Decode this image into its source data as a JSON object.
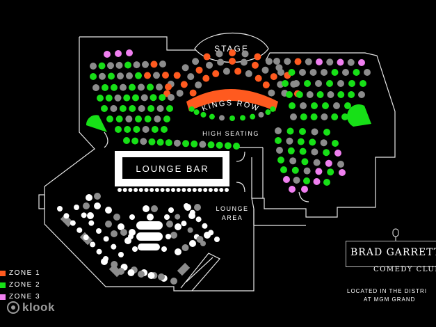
{
  "labels": {
    "stage": "STAGE",
    "kings_row": "KINGS ROW",
    "high_seating": "HIGH SEATING",
    "lounge_bar": "LOUNGE BAR",
    "lounge_area_line1": "LOUNGE",
    "lounge_area_line2": "AREA"
  },
  "legend": [
    {
      "label": "ZONE 1",
      "color": "#ff5a1f"
    },
    {
      "label": "ZONE 2",
      "color": "#17e017"
    },
    {
      "label": "ZONE 3",
      "color": "#f07ff0"
    }
  ],
  "brand": {
    "name": "BRAD GARRETT'",
    "sub": "COMEDY CLUB",
    "location_line1": "LOCATED IN THE DISTRI",
    "location_line2": "AT MGM GRAND"
  },
  "watermark": "klook",
  "colors": {
    "zone1": "#ff5a1f",
    "zone2": "#17e017",
    "zone3": "#f07ff0",
    "unavailable": "#8c8c8c",
    "lounge": "#ffffff",
    "background": "#000000"
  }
}
